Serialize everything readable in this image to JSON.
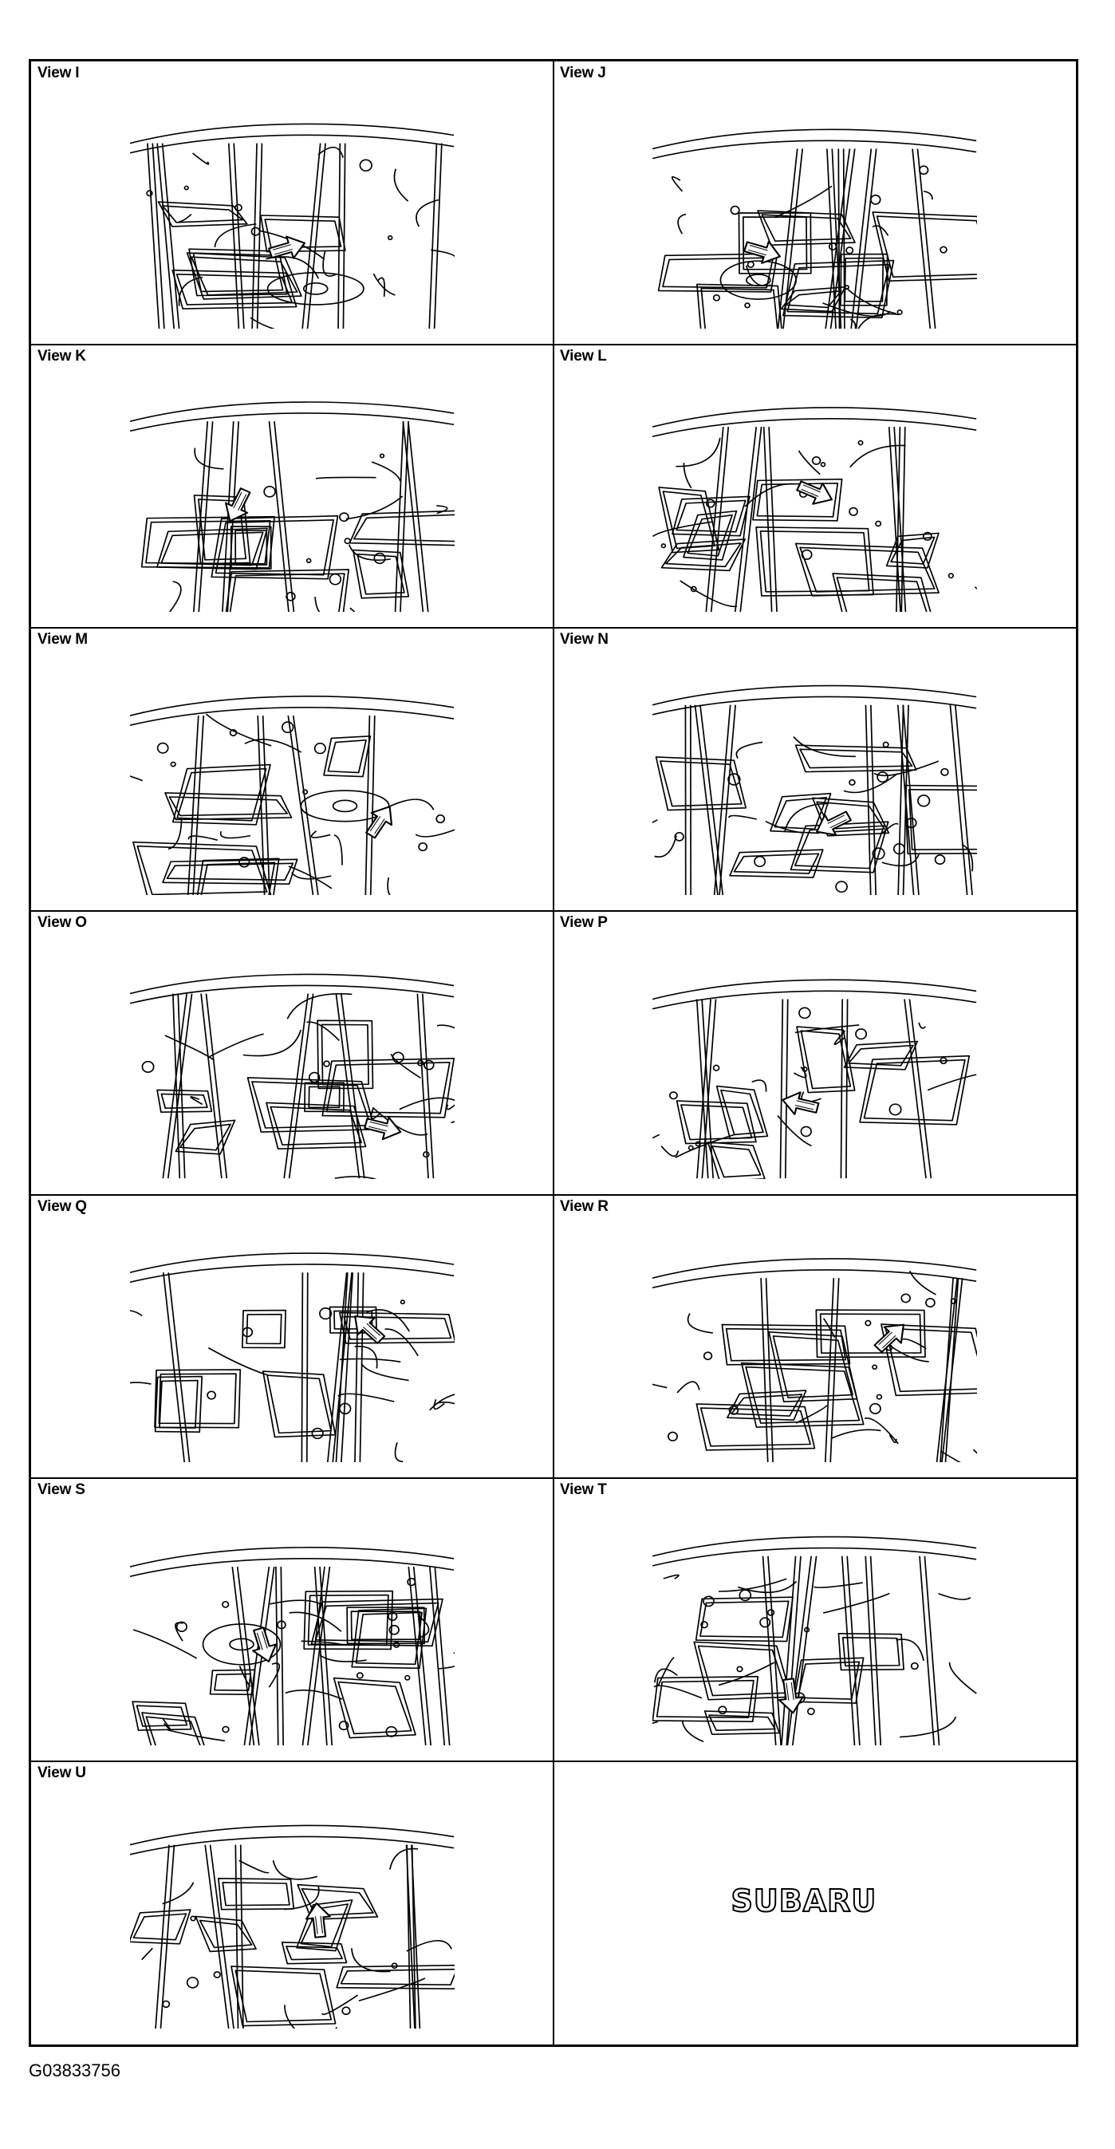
{
  "views": [
    {
      "label": "View I",
      "art": "sedan-interior-rear-side-drawing"
    },
    {
      "label": "View J",
      "art": "trunk-corner-drawing"
    },
    {
      "label": "View K",
      "art": "rear-shelf-drawing"
    },
    {
      "label": "View L",
      "art": "rear-floor-crossmember-drawing"
    },
    {
      "label": "View M",
      "art": "floor-panel-drawing"
    },
    {
      "label": "View N",
      "art": "rear-bulkhead-drawing"
    },
    {
      "label": "View O",
      "art": "spare-tire-well-drawing"
    },
    {
      "label": "View P",
      "art": "side-sill-drawing"
    },
    {
      "label": "View Q",
      "art": "wheel-house-drawing"
    },
    {
      "label": "View R",
      "art": "underbody-front-drawing"
    },
    {
      "label": "View S",
      "art": "underbody-center-drawing"
    },
    {
      "label": "View T",
      "art": "underbody-rear-drawing"
    },
    {
      "label": "View U",
      "art": "front-bulkhead-drawing"
    }
  ],
  "brand": "SUBARU",
  "figure_id": "G03833756"
}
